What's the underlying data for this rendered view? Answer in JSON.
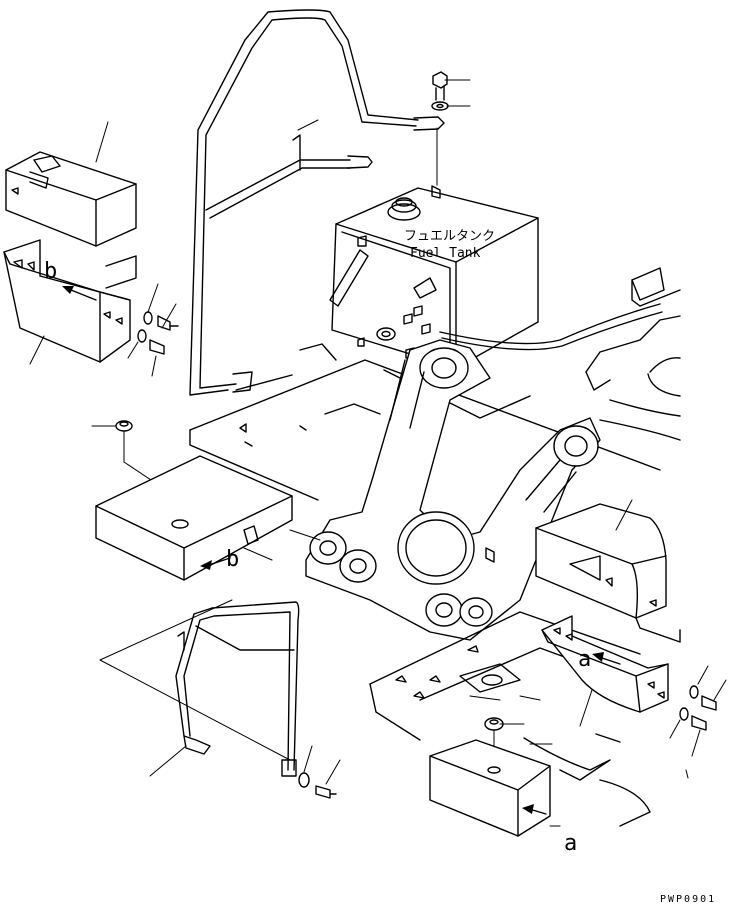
{
  "tank_label": {
    "japanese": "フュエルタンク",
    "english": "Fuel Tank"
  },
  "view_markers": {
    "b": "b",
    "a": "a"
  },
  "drawing_code": "PWP0901"
}
